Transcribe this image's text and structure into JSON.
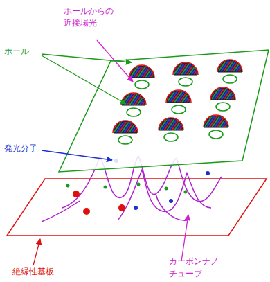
{
  "diagram": {
    "labels": [
      "ホールからの 近接場光",
      "ホール",
      "発光分子",
      "カーボンナノ チューブ",
      "絶縁性基板"
    ]
  }
}
